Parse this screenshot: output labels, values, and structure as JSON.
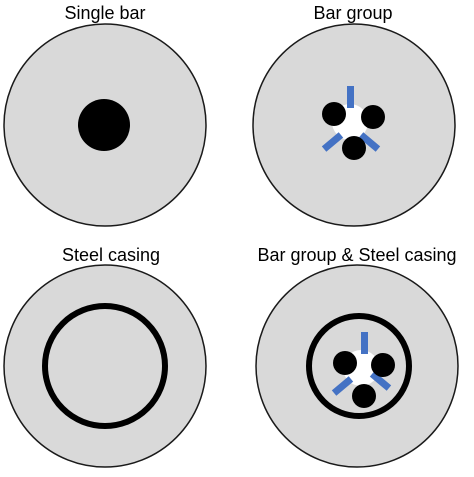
{
  "panels": [
    {
      "title": "Single bar"
    },
    {
      "title": "Bar group"
    },
    {
      "title": "Steel casing"
    },
    {
      "title": "Bar group & Steel casing"
    }
  ],
  "colors": {
    "concrete_fill": "#d9d9d9",
    "outline": "#1a1a1a",
    "bar": "#000000",
    "spacer": "#4472c4",
    "hole": "#ffffff"
  }
}
